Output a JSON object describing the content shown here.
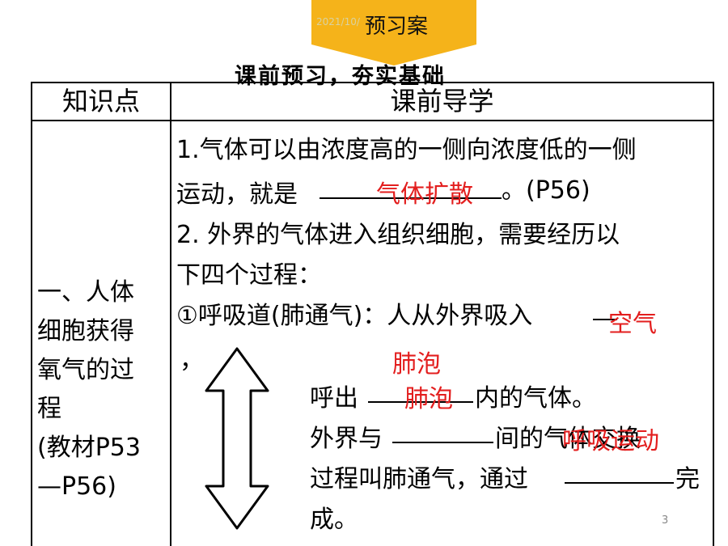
{
  "banner": {
    "title": "预习案",
    "date": "2021/10/"
  },
  "subtitle": "课前预习，夯实基础",
  "table": {
    "col1_header": "知识点",
    "col2_header": "课前导学",
    "topic_lines": [
      "一、人体",
      "细胞获得",
      "氧气的过",
      "程",
      "(教材P53",
      "—P56)"
    ]
  },
  "content": {
    "line1": "1.气体可以由浓度高的一侧向浓度低的一侧",
    "line2_a": "运动，就是",
    "line2_ans": "气体扩散",
    "line2_b": "。(P56)",
    "line3": "2. 外界的气体进入组织细胞，需要经历以",
    "line4": "下四个过程：",
    "line5": "①呼吸道(肺通气)：人从外界吸入",
    "line5_ans": "空气",
    "comma": "，",
    "float_ans": "肺泡",
    "line6_a": "呼出",
    "line6_ans": "肺泡",
    "line6_b": "内的气体。",
    "line7_a": "外界与",
    "line7_b": "间的气体交换",
    "line7_ans": "呼吸运动",
    "line8_a": "过程叫肺通气，通过",
    "line8_b": "完",
    "line9": "成。"
  },
  "page_number": "3",
  "colors": {
    "banner": "#f5b31a",
    "answer": "#e31e1e"
  }
}
